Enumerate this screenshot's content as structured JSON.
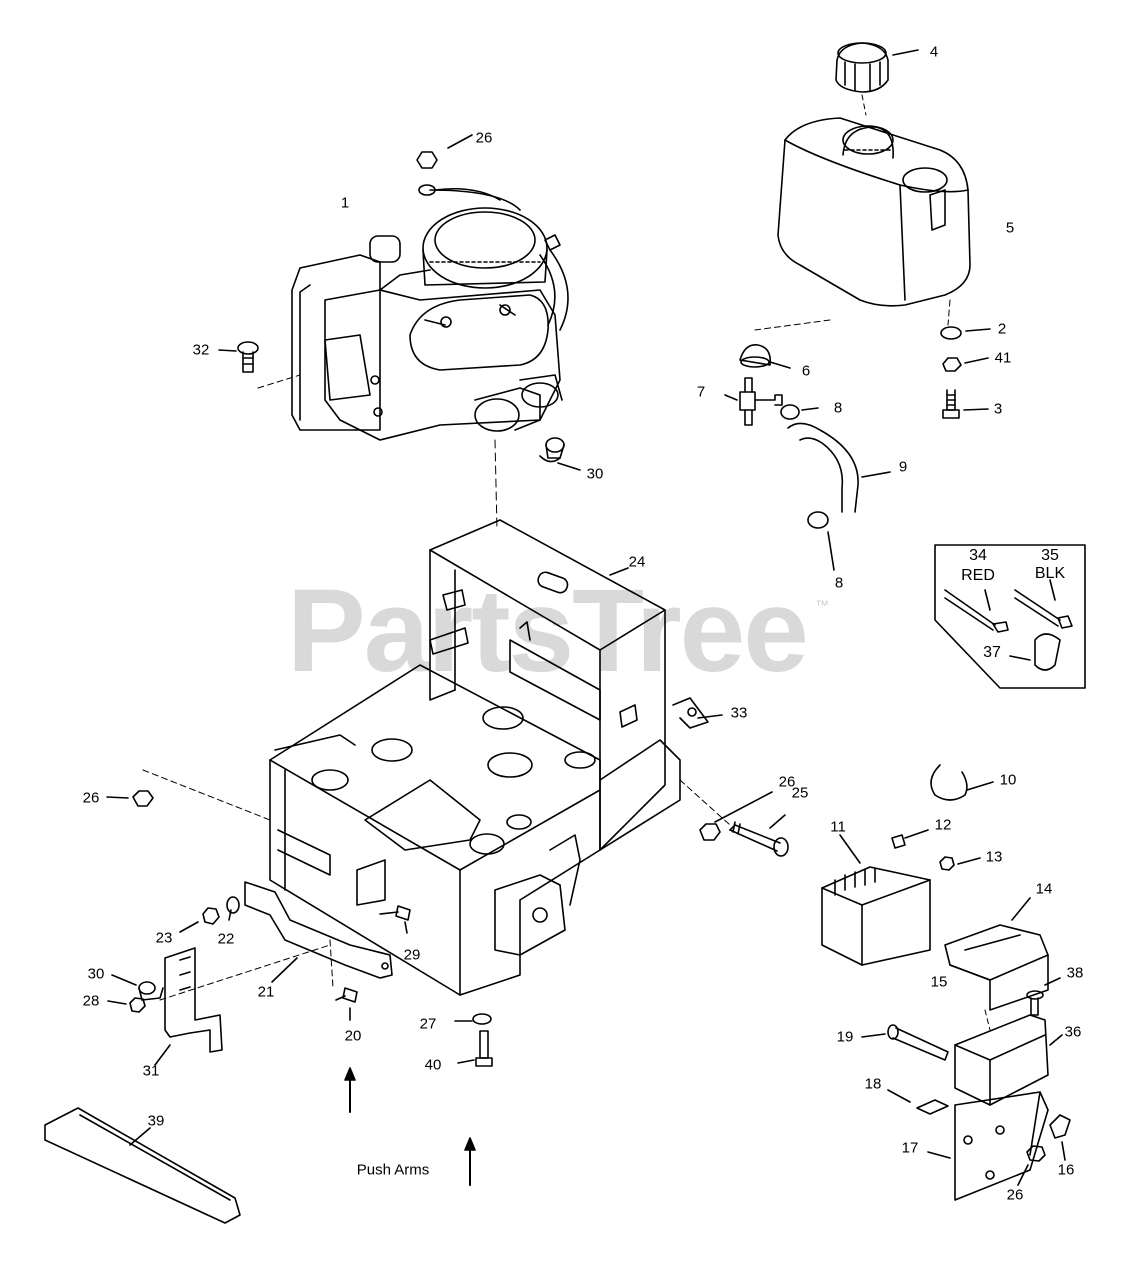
{
  "watermark": {
    "text": "PartsTree",
    "trademark": "™"
  },
  "inset": {
    "wire_red": "RED",
    "wire_black": "BLK",
    "num_red": "34",
    "num_black": "35",
    "num_boot": "37"
  },
  "annotation": {
    "push_arms": "Push Arms"
  },
  "callouts": [
    "1",
    "2",
    "3",
    "4",
    "5",
    "6",
    "7",
    "8",
    "8",
    "9",
    "10",
    "11",
    "12",
    "13",
    "14",
    "15",
    "16",
    "17",
    "18",
    "19",
    "20",
    "21",
    "22",
    "23",
    "24",
    "25",
    "26",
    "26",
    "26",
    "26",
    "27",
    "28",
    "29",
    "30",
    "30",
    "31",
    "32",
    "33",
    "36",
    "38",
    "39",
    "40",
    "41"
  ]
}
